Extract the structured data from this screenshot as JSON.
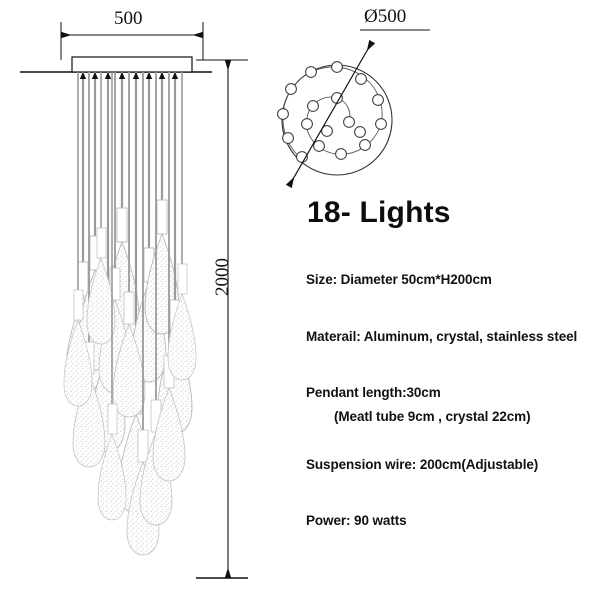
{
  "drawing": {
    "title": "18- Lights",
    "dimensions": {
      "top_width": "500",
      "plan_diameter": "Ø500",
      "overall_height": "2000"
    },
    "plan_view": {
      "name": "spiral-layout-plan",
      "outer_circle_diameter_units": 500,
      "lamp_count": 18
    },
    "elevation_view": {
      "name": "pendant-elevation",
      "canopy_label": "ceiling-canopy",
      "drop_count": 18
    }
  },
  "specs": [
    {
      "key": "size",
      "text": "Size: Diameter 50cm*H200cm"
    },
    {
      "key": "material",
      "text": "Materail: Aluminum, crystal, stainless steel"
    },
    {
      "key": "pendant_length",
      "text": "Pendant length:30cm"
    },
    {
      "key": "pendant_detail",
      "text": "(Meatl tube 9cm  , crystal 22cm)"
    },
    {
      "key": "suspension_wire",
      "text": "Suspension wire: 200cm(Adjustable)"
    },
    {
      "key": "power",
      "text": "Power: 90 watts"
    }
  ],
  "colors": {
    "background": "#ffffff",
    "line": "#1a1a1a",
    "text": "#111111",
    "crystal_outline": "#b9b9b9",
    "rod": "#9a9a9a"
  }
}
